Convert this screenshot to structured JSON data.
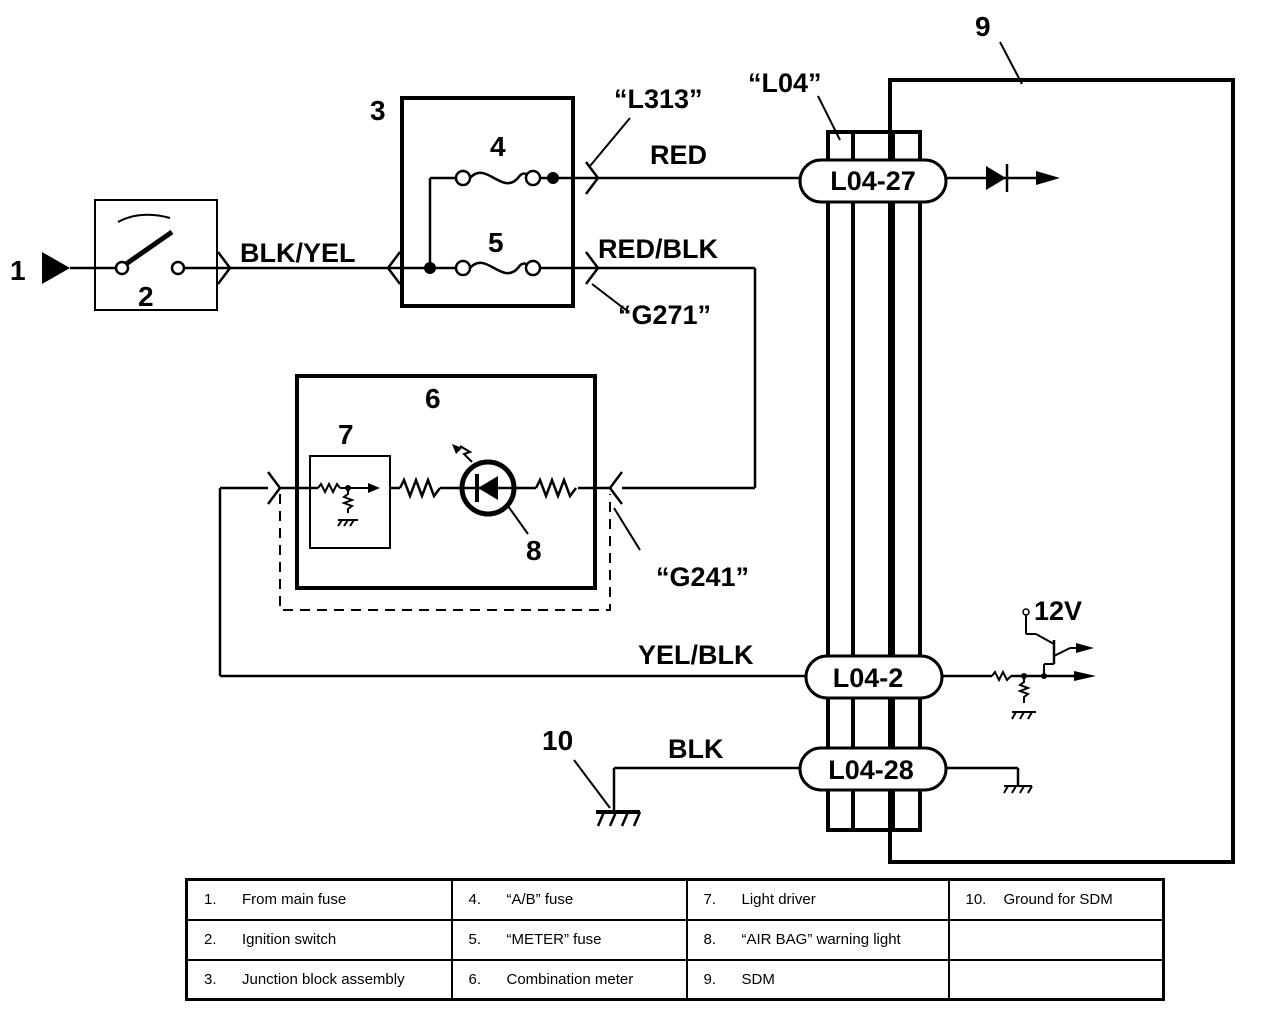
{
  "callouts": {
    "n1": "1",
    "n2": "2",
    "n3": "3",
    "n4": "4",
    "n5": "5",
    "n6": "6",
    "n7": "7",
    "n8": "8",
    "n9": "9",
    "n10": "10"
  },
  "wires": {
    "blk_yel": "BLK/YEL",
    "red": "RED",
    "red_blk": "RED/BLK",
    "yel_blk": "YEL/BLK",
    "blk": "BLK"
  },
  "connectors": {
    "l313": "“L313”",
    "l04": "“L04”",
    "g271": "“G271”",
    "g241": "“G241”",
    "pin27": "L04-27",
    "pin2": "L04-2",
    "pin28": "L04-28"
  },
  "voltage": "12V",
  "legend": [
    [
      {
        "n": "1.",
        "t": "From main fuse"
      },
      {
        "n": "4.",
        "t": "“A/B” fuse"
      },
      {
        "n": "7.",
        "t": "Light driver"
      },
      {
        "n": "10.",
        "t": "Ground for SDM"
      }
    ],
    [
      {
        "n": "2.",
        "t": "Ignition switch"
      },
      {
        "n": "5.",
        "t": "“METER” fuse"
      },
      {
        "n": "8.",
        "t": "“AIR BAG” warning light"
      },
      {
        "n": "",
        "t": ""
      }
    ],
    [
      {
        "n": "3.",
        "t": "Junction block assembly"
      },
      {
        "n": "6.",
        "t": "Combination meter"
      },
      {
        "n": "9.",
        "t": "SDM"
      },
      {
        "n": "",
        "t": ""
      }
    ]
  ]
}
